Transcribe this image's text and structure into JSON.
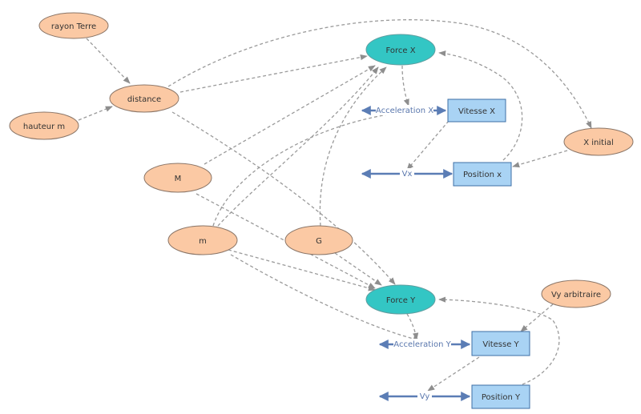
{
  "nodes": {
    "rayon_terre": "rayon Terre",
    "distance": "distance",
    "hauteur_m": "hauteur m",
    "force_x": "Force X",
    "force_y": "Force Y",
    "x_initial": "X initial",
    "M": "M",
    "m": "m",
    "G": "G",
    "vy_arbitraire": "Vy arbitraire"
  },
  "stocks": {
    "vitesse_x": "Vitesse X",
    "position_x": "Position x",
    "vitesse_y": "Vitesse Y",
    "position_y": "Position Y"
  },
  "flows": {
    "acceleration_x": "Acceleration X",
    "vx": "Vx",
    "acceleration_y": "Acceleration Y",
    "vy": "Vy"
  },
  "colors": {
    "auxiliary_fill": "#fbc9a4",
    "force_fill": "#33c6c4",
    "stock_fill": "#a9d3f4",
    "flow_arrow": "#5b7db5",
    "link_dash": "#9a9a9a"
  }
}
